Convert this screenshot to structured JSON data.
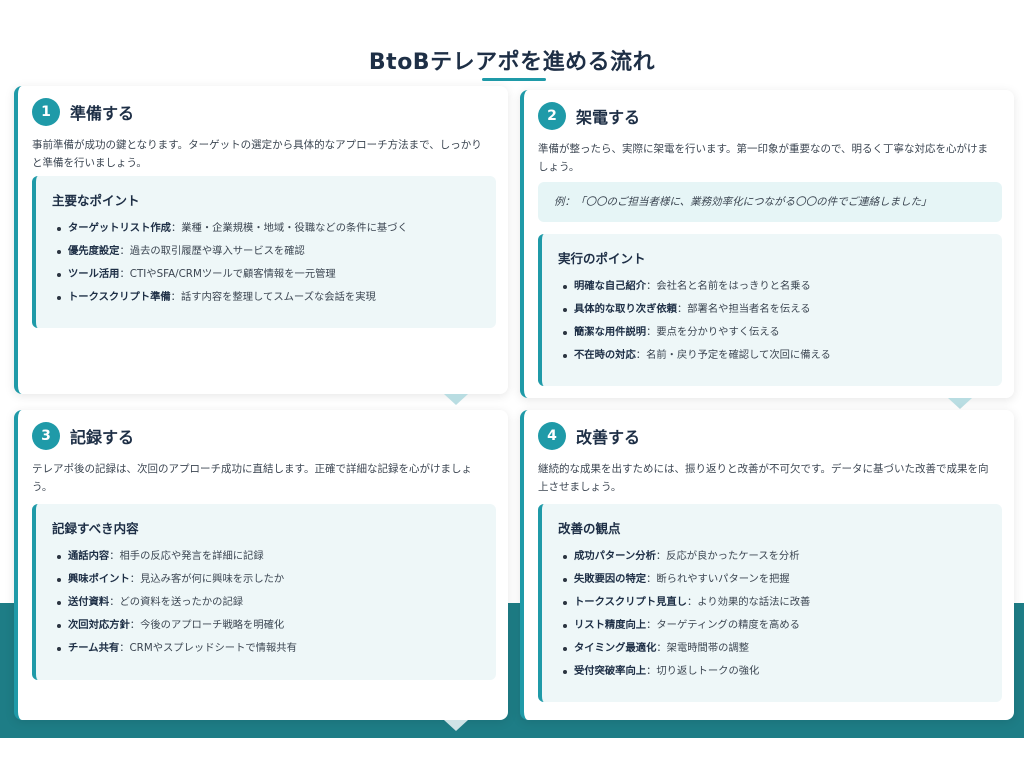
{
  "page": {
    "title": "BtoBテレアポを進める流れ"
  },
  "colors": {
    "accent": "#1f9aa8",
    "band": "#1e7d86",
    "box_bg": "#eef7f8",
    "title": "#1e2f46"
  },
  "steps": [
    {
      "number": "1",
      "title": "準備する",
      "description": "事前準備が成功の鍵となります。ターゲットの選定から具体的なアプローチ方法まで、しっかりと準備を行いましょう。",
      "box_title": "主要なポイント",
      "points": [
        {
          "key": "ターゲットリスト作成",
          "text": "：業種・企業規模・地域・役職などの条件に基づく"
        },
        {
          "key": "優先度設定",
          "text": "：過去の取引履歴や導入サービスを確認"
        },
        {
          "key": "ツール活用",
          "text": "：CTIやSFA/CRMツールで顧客情報を一元管理"
        },
        {
          "key": "トークスクリプト準備",
          "text": "：話す内容を整理してスムーズな会話を実現"
        }
      ]
    },
    {
      "number": "2",
      "title": "架電する",
      "description": "準備が整ったら、実際に架電を行います。第一印象が重要なので、明るく丁寧な対応を心がけましょう。",
      "example": "例：「〇〇のご担当者様に、業務効率化につながる〇〇の件でご連絡しました」",
      "box_title": "実行のポイント",
      "points": [
        {
          "key": "明確な自己紹介",
          "text": "：会社名と名前をはっきりと名乗る"
        },
        {
          "key": "具体的な取り次ぎ依頼",
          "text": "：部署名や担当者名を伝える"
        },
        {
          "key": "簡潔な用件説明",
          "text": "：要点を分かりやすく伝える"
        },
        {
          "key": "不在時の対応",
          "text": "：名前・戻り予定を確認して次回に備える"
        }
      ]
    },
    {
      "number": "3",
      "title": "記録する",
      "description": "テレアポ後の記録は、次回のアプローチ成功に直結します。正確で詳細な記録を心がけましょう。",
      "box_title": "記録すべき内容",
      "points": [
        {
          "key": "通話内容",
          "text": "：相手の反応や発言を詳細に記録"
        },
        {
          "key": "興味ポイント",
          "text": "：見込み客が何に興味を示したか"
        },
        {
          "key": "送付資料",
          "text": "：どの資料を送ったかの記録"
        },
        {
          "key": "次回対応方針",
          "text": "：今後のアプローチ戦略を明確化"
        },
        {
          "key": "チーム共有",
          "text": "：CRMやスプレッドシートで情報共有"
        }
      ]
    },
    {
      "number": "4",
      "title": "改善する",
      "description": "継続的な成果を出すためには、振り返りと改善が不可欠です。データに基づいた改善で成果を向上させましょう。",
      "box_title": "改善の観点",
      "points": [
        {
          "key": "成功パターン分析",
          "text": "：反応が良かったケースを分析"
        },
        {
          "key": "失敗要因の特定",
          "text": "：断られやすいパターンを把握"
        },
        {
          "key": "トークスクリプト見直し",
          "text": "：より効果的な話法に改善"
        },
        {
          "key": "リスト精度向上",
          "text": "：ターゲティングの精度を高める"
        },
        {
          "key": "タイミング最適化",
          "text": "：架電時間帯の調整"
        },
        {
          "key": "受付突破率向上",
          "text": "：切り返しトークの強化"
        }
      ]
    }
  ]
}
